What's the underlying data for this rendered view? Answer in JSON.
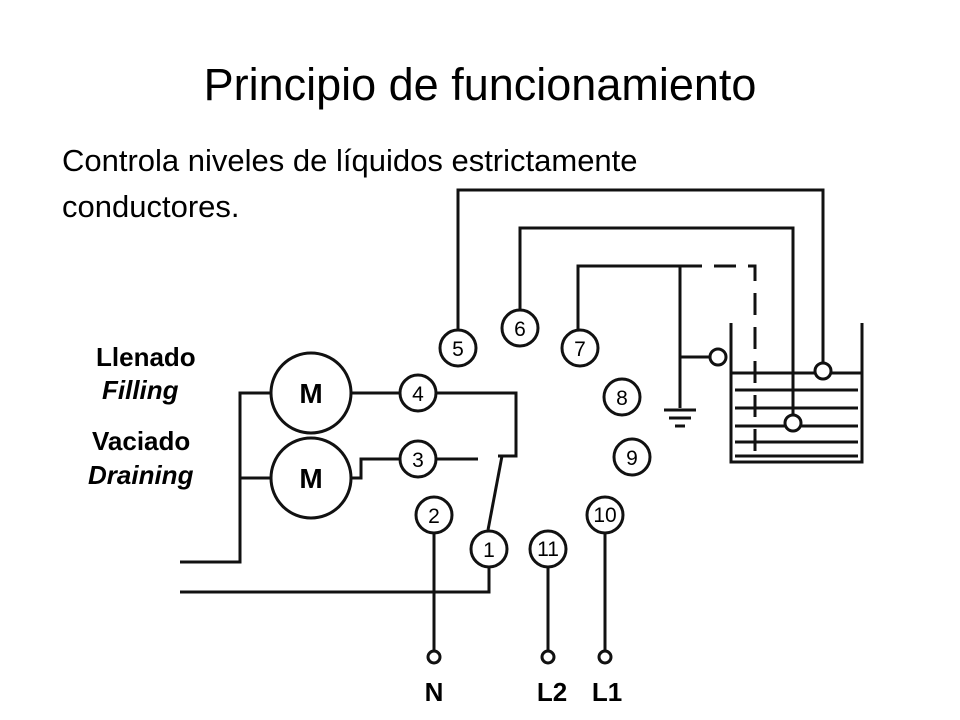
{
  "slide": {
    "title": "Principio de funcionamiento",
    "body": "Controla niveles de líquidos estrictamente conductores."
  },
  "diagram": {
    "motors": [
      {
        "name": "filling",
        "symbol": "M",
        "label_es": "Llenado",
        "label_en": "Filling"
      },
      {
        "name": "draining",
        "symbol": "M",
        "label_es": "Vaciado",
        "label_en": "Draining"
      }
    ],
    "terminals": [
      "1",
      "2",
      "3",
      "4",
      "5",
      "6",
      "7",
      "8",
      "9",
      "10",
      "11"
    ],
    "supply": {
      "neutral": "N",
      "line2": "L2",
      "line1": "L1"
    }
  }
}
